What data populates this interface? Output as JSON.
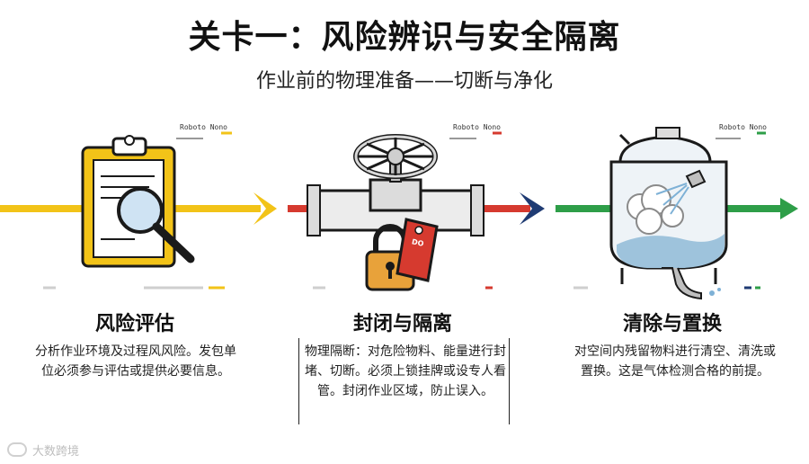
{
  "header": {
    "title": "关卡一：风险辨识与安全隔离",
    "subtitle": "作业前的物理准备——切断与净化"
  },
  "tags": {
    "step1": "Roboto Nono",
    "step2": "Roboto Nono",
    "step3": "Roboto Nono"
  },
  "steps": [
    {
      "title": "风险评估",
      "description": "分析作业环境及过程风风险。发包单位必须参与评估或提供必要信息。",
      "icon": "clipboard-magnifier-icon",
      "accent": "#F2C318"
    },
    {
      "title": "封闭与隔离",
      "description": "物理隔断：对危险物料、能量进行封堵、切断。必须上锁挂牌或设专人看管。封闭作业区域，防止误入。",
      "icon": "valve-padlock-icon",
      "accent": "#D63A2F"
    },
    {
      "title": "清除与置换",
      "description": "对空间内残留物料进行清空、清洗或置换。这是气体检测合格的前提。",
      "icon": "tank-spray-icon",
      "accent": "#2E9E48"
    }
  ],
  "lock_tag_text": "DO",
  "watermark": "大数跨境",
  "colors": {
    "yellow": "#F2C318",
    "red": "#D63A2F",
    "green": "#2E9E48",
    "navy": "#1F3B73"
  }
}
